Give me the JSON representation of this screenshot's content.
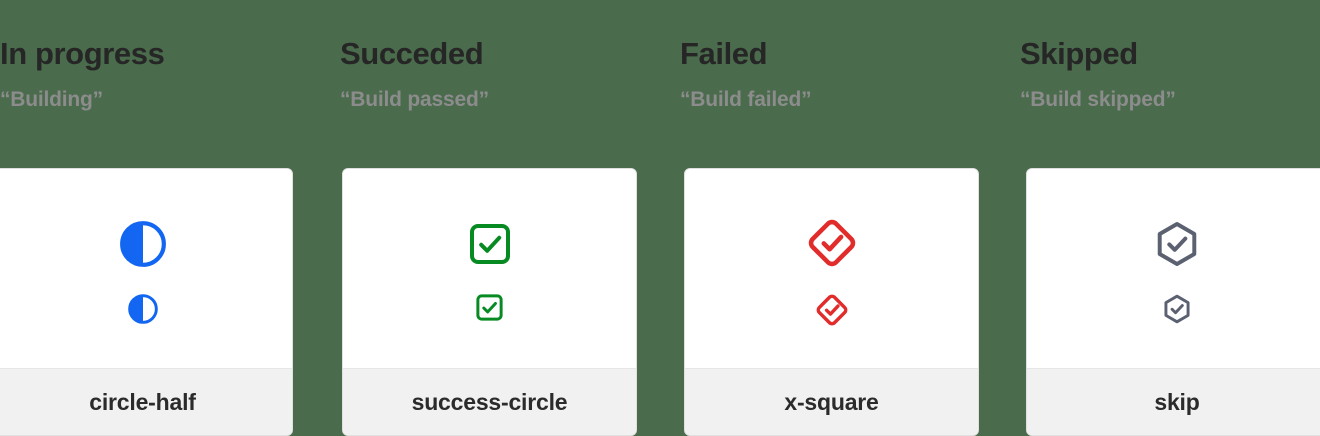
{
  "background_color": "#4a6b4c",
  "columns": [
    {
      "title": "In progress",
      "subtitle": "“Building”",
      "icon_name": "circle-half-icon",
      "icon_label": "circle-half",
      "icon_color": "#1266f1",
      "icon_shape": "circle-half"
    },
    {
      "title": "Succeded",
      "subtitle": "“Build passed”",
      "icon_name": "success-circle-icon",
      "icon_label": "success-circle",
      "icon_color": "#078a22",
      "icon_shape": "rounded-square-check"
    },
    {
      "title": "Failed",
      "subtitle": "“Build failed”",
      "icon_name": "x-square-icon",
      "icon_label": "x-square",
      "icon_color": "#e22b2b",
      "icon_shape": "diamond-check"
    },
    {
      "title": "Skipped",
      "subtitle": "“Build skipped”",
      "icon_name": "skip-icon",
      "icon_label": "skip",
      "icon_color": "#5b6171",
      "icon_shape": "hexagon-check"
    }
  ]
}
